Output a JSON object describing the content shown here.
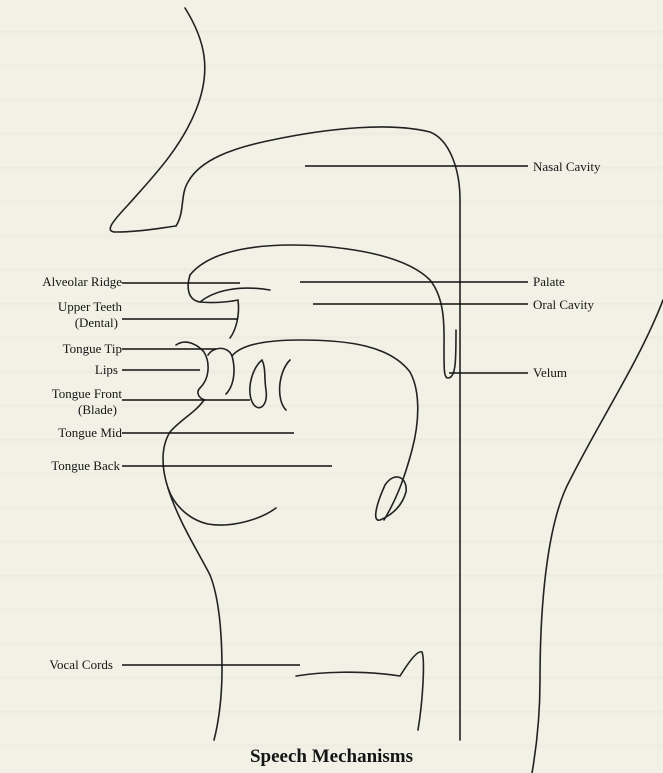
{
  "diagram": {
    "caption": "Speech Mechanisms",
    "labels_left": {
      "alveolar_ridge": "Alveolar Ridge",
      "upper_teeth_1": "Upper Teeth",
      "upper_teeth_2": "(Dental)",
      "tongue_tip": "Tongue Tip",
      "lips": "Lips",
      "tongue_front_1": "Tongue Front",
      "tongue_front_2": "(Blade)",
      "tongue_mid": "Tongue Mid",
      "tongue_back": "Tongue Back",
      "vocal_cords": "Vocal Cords"
    },
    "labels_right": {
      "nasal_cavity": "Nasal Cavity",
      "palate": "Palate",
      "oral_cavity": "Oral Cavity",
      "velum": "Velum"
    }
  }
}
